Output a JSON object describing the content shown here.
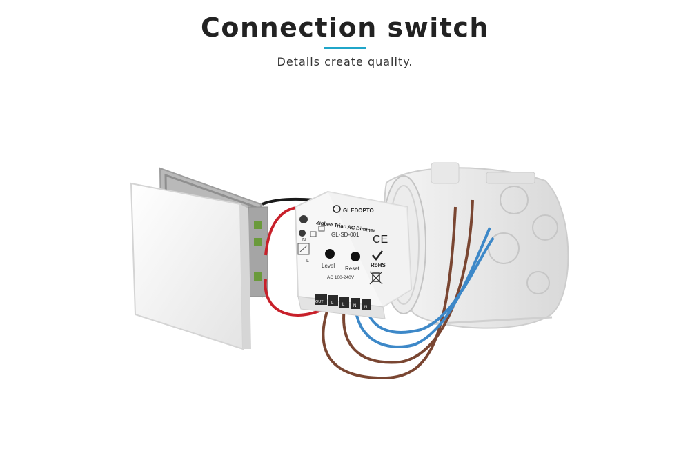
{
  "header": {
    "title": "Connection switch",
    "subtitle": "Details create quality.",
    "accent_color": "#20a6c9"
  },
  "product": {
    "brand": "GLEDOPTO",
    "name": "Zigbee Triac AC Dimmer",
    "model": "GL-SD-001",
    "button_level": "Level",
    "button_reset": "Reset",
    "voltage": "AC 100-240V",
    "terminal_out": "OUT",
    "terminal_l1": "L",
    "terminal_l2": "L",
    "terminal_n1": "N",
    "terminal_n2": "N",
    "diagram_n": "N",
    "diagram_l": "L",
    "ce_mark": "CE",
    "rohs": "RoHS"
  },
  "colors": {
    "wire_red": "#c8202a",
    "wire_brown": "#7a4632",
    "wire_blue": "#3d88c8",
    "wire_black": "#1a1a1a"
  }
}
